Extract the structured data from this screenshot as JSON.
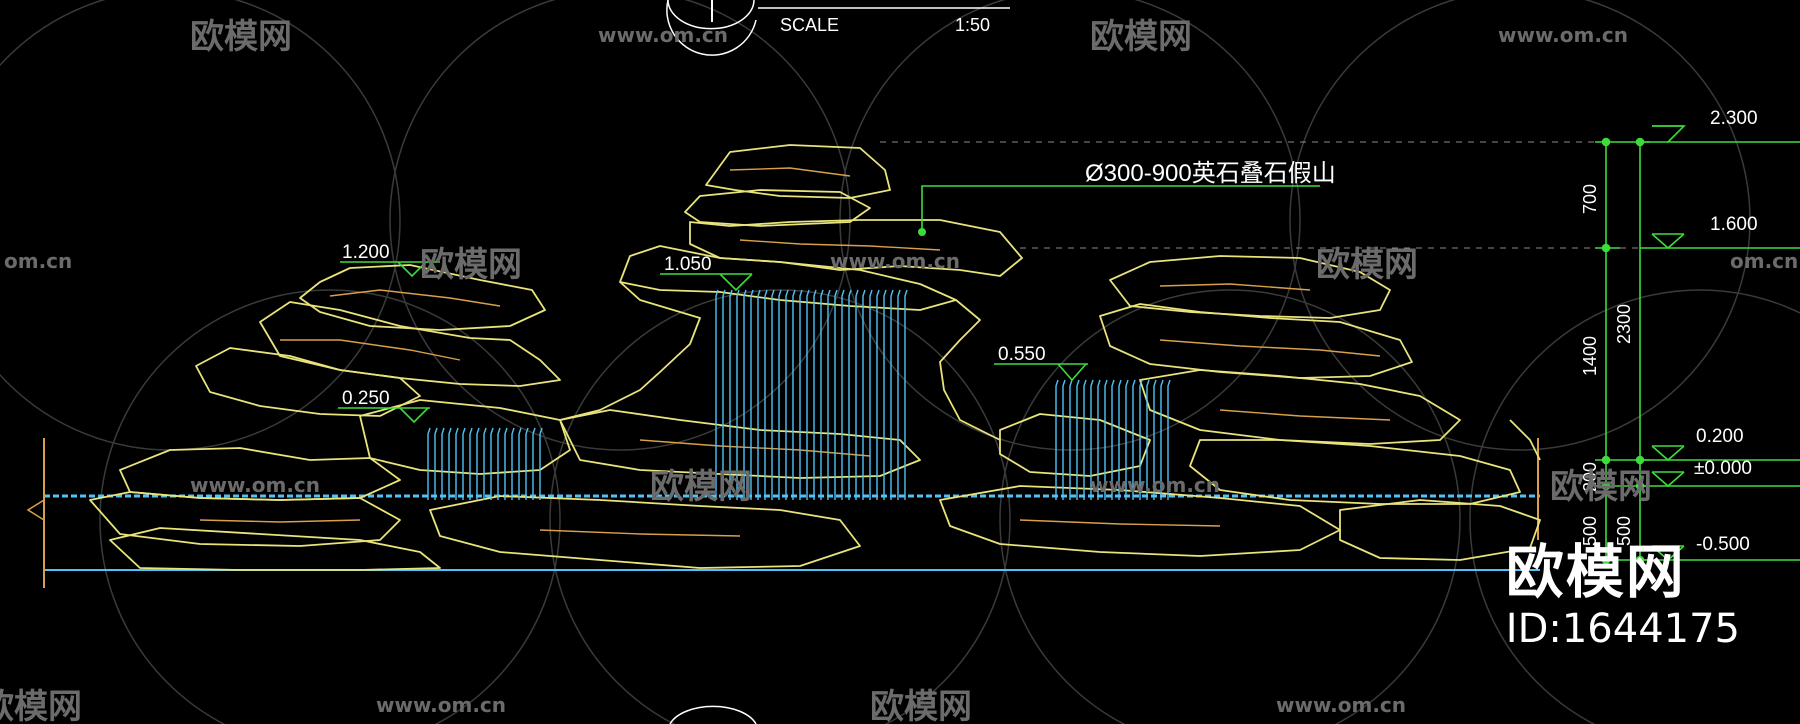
{
  "title_block": {
    "scale_label": "SCALE",
    "scale_value": "1:50"
  },
  "annotations": {
    "rock_callout": "Ø300-900英石叠石假山"
  },
  "levels": [
    {
      "id": "level-2300",
      "text": "2.300"
    },
    {
      "id": "level-1600",
      "text": "1.600"
    },
    {
      "id": "level-0200",
      "text": "0.200"
    },
    {
      "id": "level-0000",
      "text": "±0.000"
    },
    {
      "id": "level-n0500",
      "text": "-0.500"
    },
    {
      "id": "level-1200",
      "text": "1.200"
    },
    {
      "id": "level-1050",
      "text": "1.050"
    },
    {
      "id": "level-0550",
      "text": "0.550"
    },
    {
      "id": "level-0250",
      "text": "0.250"
    }
  ],
  "dimensions": {
    "left_chain": [
      "700",
      "1400",
      "200",
      "500"
    ],
    "right_chain": [
      "2300",
      "500"
    ]
  },
  "watermark": {
    "brand": "欧模网",
    "site": "www.om.cn",
    "site_fragment": "om.cn",
    "brand_fragment": "欧模网",
    "id_label": "ID:1644175"
  },
  "colors": {
    "rock": "#e8e37a",
    "rock_inner": "#d9a04a",
    "water": "#4fc3f7",
    "dim": "#3ddc3d",
    "text": "#ffffff",
    "watermark": "#6b6b6b"
  }
}
